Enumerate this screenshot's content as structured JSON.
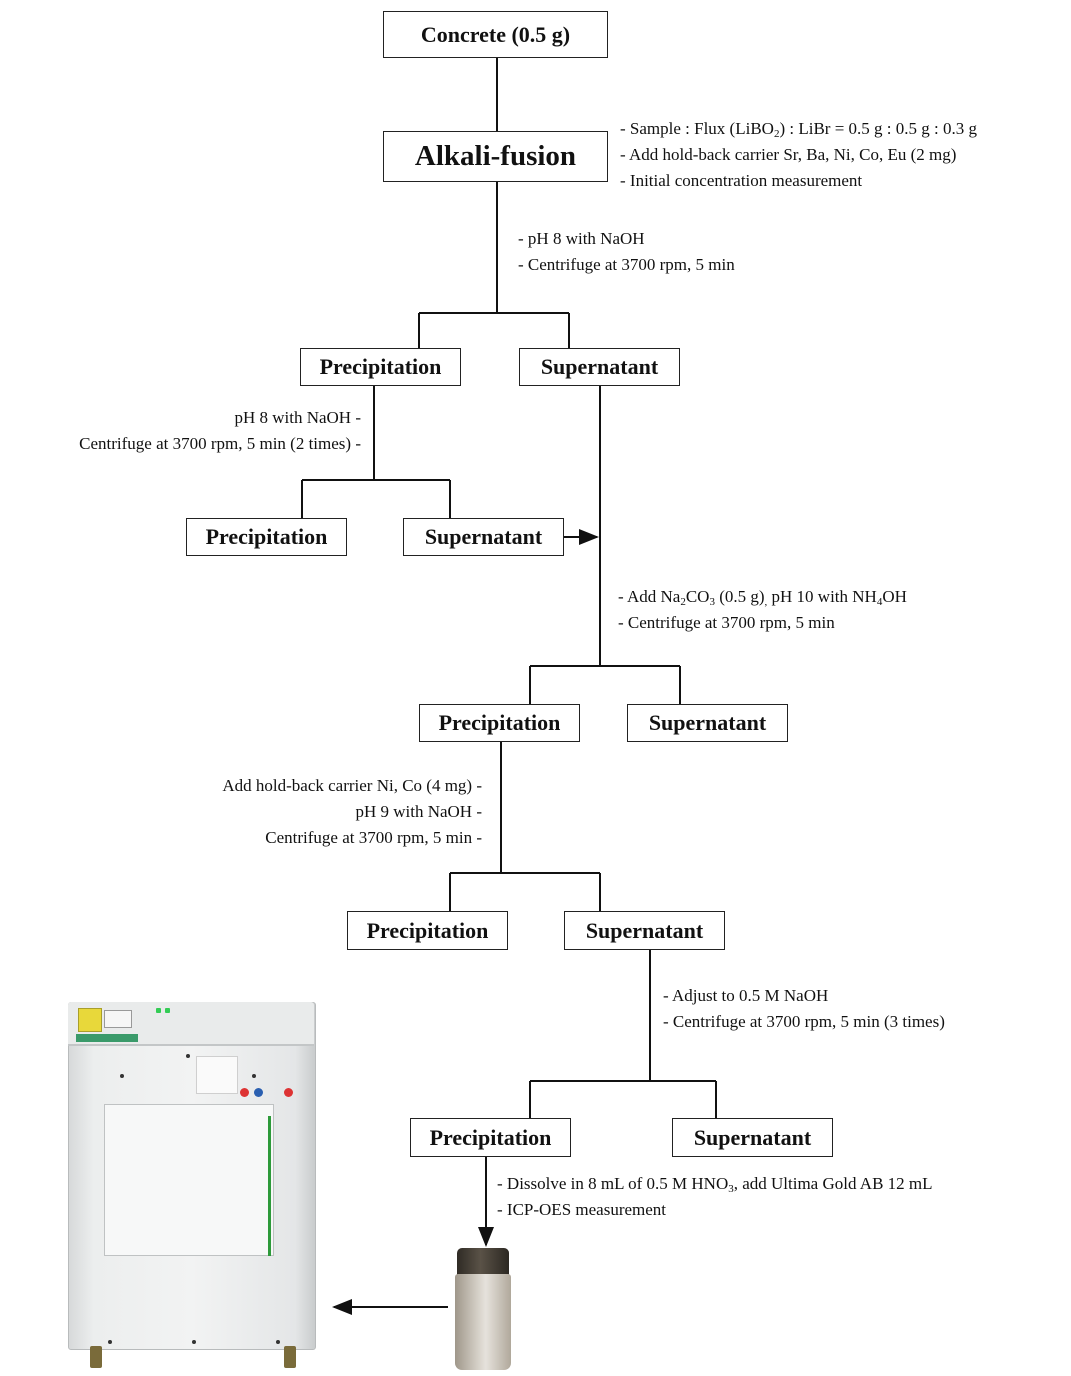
{
  "top": {
    "concrete": "Concrete (0.5 g)",
    "alkali_fusion": "Alkali-fusion"
  },
  "notes": {
    "fusion": [
      "- Sample : Flux (LiBO",
      "2",
      ") : LiBr  = 0.5 g : 0.5 g : 0.3 g",
      "- Add hold-back carrier Sr, Ba, Ni, Co, Eu (2 mg)",
      "- Initial concentration measurement"
    ],
    "step1": [
      "- pH 8 with NaOH",
      "- Centrifuge at 3700 rpm, 5 min"
    ],
    "step2": [
      "pH 8 with NaOH -",
      "Centrifuge at 3700 rpm, 5 min (2 times) -"
    ],
    "step3": [
      "- Add Na",
      "2",
      "CO",
      "3",
      " (0.5 g)",
      ",",
      " pH 10 with NH",
      "4",
      "OH",
      "- Centrifuge at 3700 rpm, 5 min"
    ],
    "step4": [
      "Add hold-back carrier Ni, Co (4 mg) -",
      "pH 9 with NaOH -",
      "Centrifuge at 3700 rpm, 5 min -"
    ],
    "step5": [
      "- Adjust to 0.5 M NaOH",
      "- Centrifuge at 3700 rpm, 5 min (3 times)"
    ],
    "step6": [
      "- Dissolve in 8 mL of 0.5 M HNO",
      "3",
      ", add Ultima Gold AB 12 mL",
      "- ICP-OES measurement"
    ]
  },
  "boxes": {
    "l1_precip": "Precipitation",
    "l1_super": "Supernatant",
    "l2_precip": "Precipitation",
    "l2_super": "Supernatant",
    "l3_precip": "Precipitation",
    "l3_super": "Supernatant",
    "l4_precip": "Precipitation",
    "l4_super": "Supernatant",
    "l5_precip": "Precipitation",
    "l5_super": "Supernatant"
  },
  "colors": {
    "line": "#111111",
    "box_border": "#222222",
    "accent_green": "#2d9a3a"
  },
  "icons": {
    "instrument": "liquid-scintillation-counter-image",
    "vial": "sample-vial-image"
  }
}
